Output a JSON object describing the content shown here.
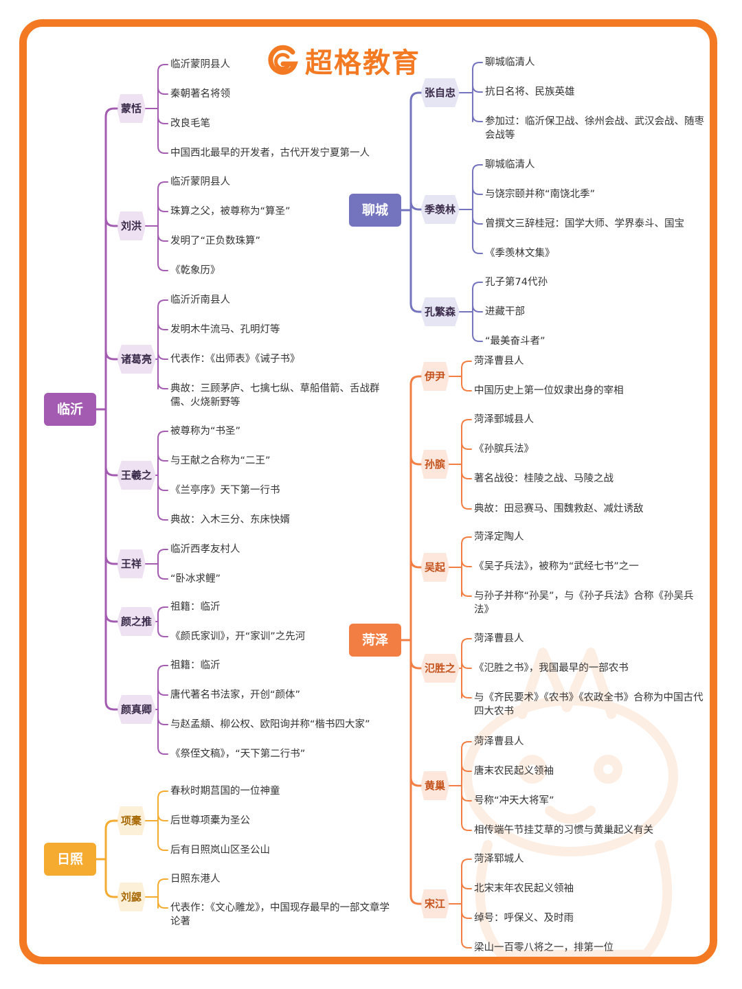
{
  "brand": {
    "name": "超格教育",
    "color": "#f37a22"
  },
  "colors": {
    "linyi": "#a35bb1",
    "rizhao": "#f4ab2f",
    "liaocheng": "#7373be",
    "heze": "#f37e43"
  },
  "linyi": {
    "label": "临沂",
    "people": [
      {
        "name": "蒙恬",
        "facts": [
          "临沂蒙阴县人",
          "秦朝著名将领",
          "改良毛笔",
          "中国西北最早的开发者，古代开发宁夏第一人"
        ]
      },
      {
        "name": "刘洪",
        "facts": [
          "临沂蒙阴县人",
          "珠算之父，被尊称为“算圣”",
          "发明了“正负数珠算”",
          "《乾象历》"
        ]
      },
      {
        "name": "诸葛亮",
        "facts": [
          "临沂沂南县人",
          "发明木牛流马、孔明灯等",
          "代表作：《出师表》《诫子书》",
          "典故：三顾茅庐、七擒七纵、草船借箭、舌战群儒、火烧新野等"
        ]
      },
      {
        "name": "王羲之",
        "facts": [
          "被尊称为“书圣”",
          "与王献之合称为“二王”",
          "《兰亭序》天下第一行书",
          "典故：入木三分、东床快婿"
        ]
      },
      {
        "name": "王祥",
        "facts": [
          "临沂西孝友村人",
          "“卧冰求鲤”"
        ]
      },
      {
        "name": "颜之推",
        "facts": [
          "祖籍：临沂",
          "《颜氏家训》，开“家训”之先河"
        ]
      },
      {
        "name": "颜真卿",
        "facts": [
          "祖籍：临沂",
          "唐代著名书法家，开创“颜体”",
          "与赵孟頫、柳公权、欧阳询并称“楷书四大家”",
          "《祭侄文稿》，“天下第二行书”"
        ]
      }
    ]
  },
  "rizhao": {
    "label": "日照",
    "people": [
      {
        "name": "项橐",
        "facts": [
          "春秋时期莒国的一位神童",
          "后世尊项橐为圣公",
          "后有日照岚山区圣公山"
        ]
      },
      {
        "name": "刘勰",
        "facts": [
          "日照东港人",
          "代表作：《文心雕龙》，中国现存最早的一部文章学论著"
        ]
      }
    ]
  },
  "liaocheng": {
    "label": "聊城",
    "people": [
      {
        "name": "张自忠",
        "facts": [
          "聊城临清人",
          "抗日名将、民族英雄",
          "参加过：临沂保卫战、徐州会战、武汉会战、随枣会战等"
        ]
      },
      {
        "name": "季羡林",
        "facts": [
          "聊城临清人",
          "与饶宗颐并称“南饶北季”",
          "曾撰文三辞桂冠：国学大师、学界泰斗、国宝",
          "《季羡林文集》"
        ]
      },
      {
        "name": "孔繁森",
        "facts": [
          "孔子第74代孙",
          "进藏干部",
          "“最美奋斗者”"
        ]
      }
    ]
  },
  "heze": {
    "label": "菏泽",
    "people": [
      {
        "name": "伊尹",
        "facts": [
          "菏泽曹县人",
          "中国历史上第一位奴隶出身的宰相"
        ]
      },
      {
        "name": "孙膑",
        "facts": [
          "菏泽鄄城县人",
          "《孙膑兵法》",
          "著名战役：桂陵之战、马陵之战",
          "典故：田忌赛马、围魏救赵、减灶诱敌"
        ]
      },
      {
        "name": "吴起",
        "facts": [
          "菏泽定陶人",
          "《吴子兵法》，被称为“武经七书”之一",
          "与孙子并称“孙吴”，与《孙子兵法》合称《孙吴兵法》"
        ]
      },
      {
        "name": "氾胜之",
        "facts": [
          "菏泽曹县人",
          "《氾胜之书》，我国最早的一部农书",
          "与《齐民要术》《农书》《农政全书》合称为中国古代四大农书"
        ]
      },
      {
        "name": "黄巢",
        "facts": [
          "菏泽曹县人",
          "唐末农民起义领袖",
          "号称“冲天大将军”",
          "相传端午节挂艾草的习惯与黄巢起义有关"
        ]
      },
      {
        "name": "宋江",
        "facts": [
          "菏泽郓城人",
          "北宋末年农民起义领袖",
          "绰号：呼保义、及时雨",
          "梁山一百零八将之一，排第一位"
        ]
      }
    ]
  }
}
